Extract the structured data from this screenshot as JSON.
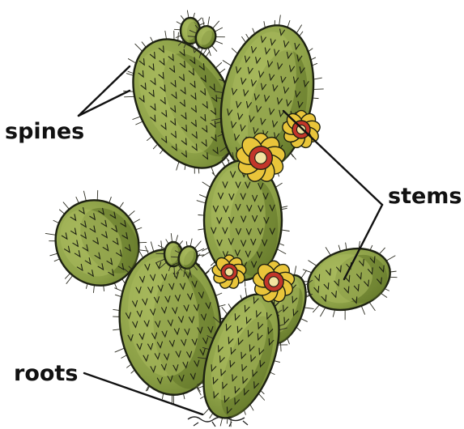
{
  "labels": {
    "spines": "spines",
    "stems": "stems",
    "roots": "roots"
  },
  "colors": {
    "pad_fill": "#8fa24a",
    "pad_light": "#a6b85c",
    "pad_dark": "#5e7326",
    "outline": "#1d2112",
    "flower_petal": "#e9c53a",
    "flower_center": "#c2362a",
    "background": "#ffffff",
    "text": "#111111"
  }
}
